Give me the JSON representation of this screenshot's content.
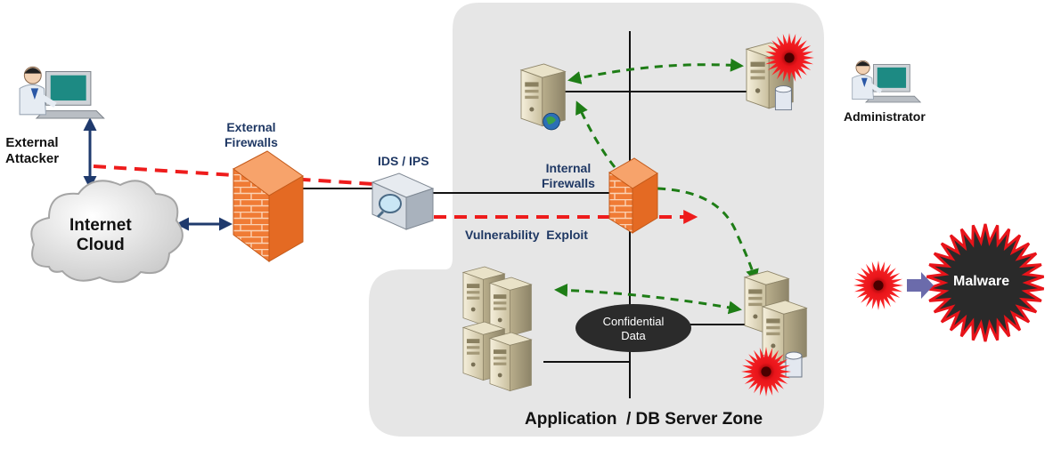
{
  "labels": {
    "external_attacker": "External\nAttacker",
    "internet_cloud": "Internet\nCloud",
    "external_firewalls": "External\nFirewalls",
    "ids_ips": "IDS / IPS",
    "internal_firewalls": "Internal\nFirewalls",
    "vulnerability_exploit": "Vulnerability  Exploit",
    "confidential_data": "Confidential\nData",
    "administrator": "Administrator",
    "zone_title": "Application  / DB Server Zone",
    "malware": "Malware"
  },
  "colors": {
    "zone_fill": "#e6e6e6",
    "navy_label": "#1f3864",
    "attack_red": "#ee1c1c",
    "lateral_green": "#1e7d16",
    "link_navy": "#1f3a6d",
    "firewall_orange": "#f07b35",
    "malware_red": "#e8141a",
    "malware_dark": "#2a2a2a",
    "arrow_purple": "#6b6bab"
  },
  "icons": {
    "attacker": "user-at-computer-icon",
    "administrator": "user-at-computer-icon",
    "cloud": "cloud-icon",
    "firewall": "brick-firewall-icon",
    "ids": "sensor-camera-icon",
    "server": "server-tower-icon",
    "malware": "malware-burst-icon"
  }
}
